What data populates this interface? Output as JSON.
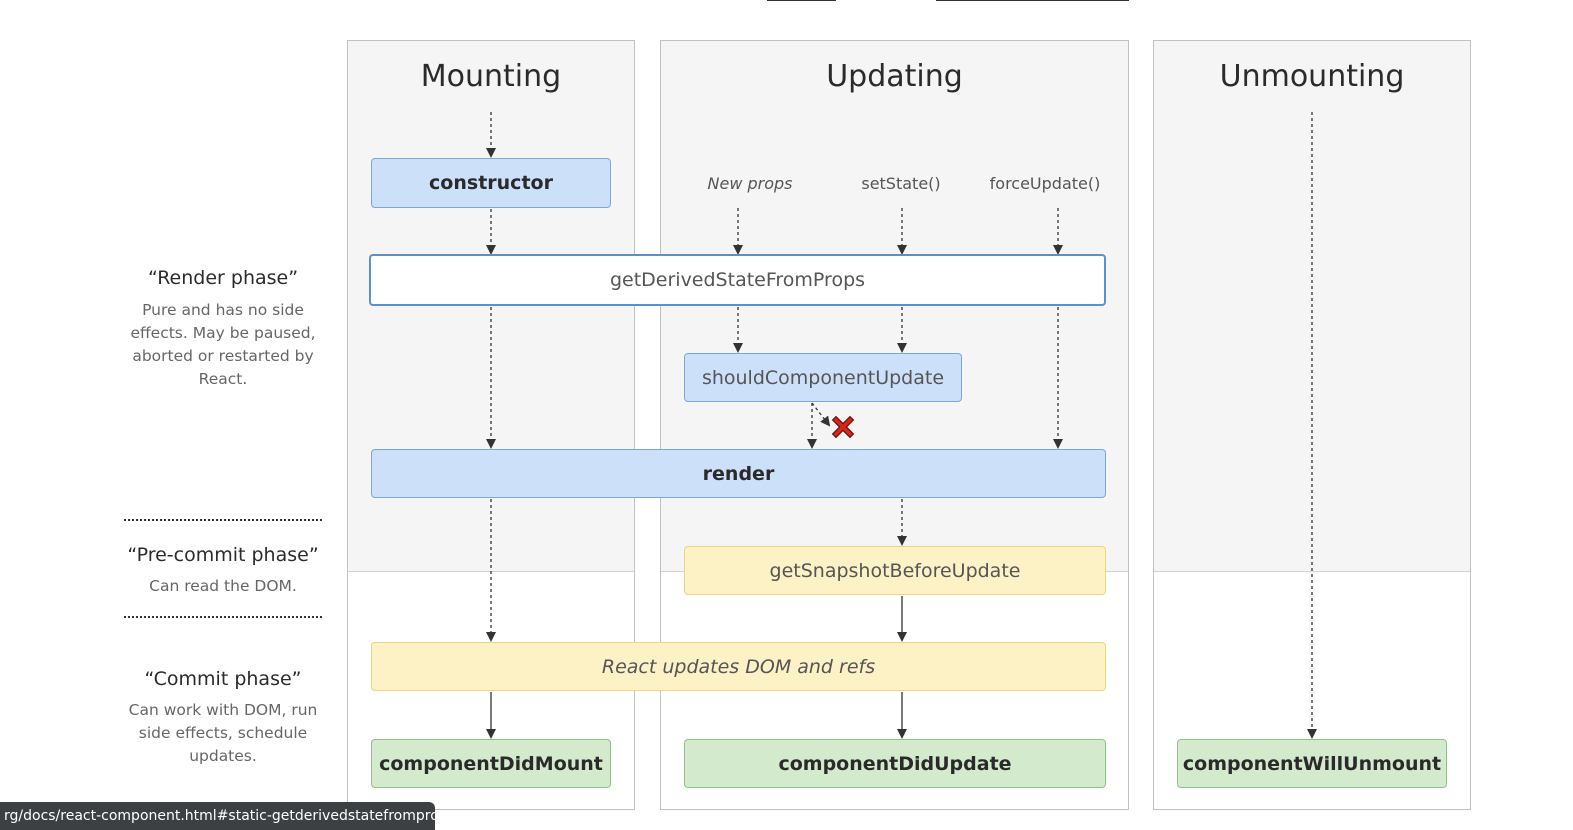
{
  "columns": {
    "mounting": "Mounting",
    "updating": "Updating",
    "unmounting": "Unmounting"
  },
  "phases": {
    "render": {
      "title": "“Render phase”",
      "description": "Pure and has no side effects. May be paused, aborted or restarted by React."
    },
    "precommit": {
      "title": "“Pre-commit phase”",
      "description": "Can read the DOM."
    },
    "commit": {
      "title": "“Commit phase”",
      "description": "Can work with DOM, run side effects, sched­ule updates."
    }
  },
  "triggers": {
    "new_props": "New props",
    "set_state": "setState()",
    "force_update": "forceUpdate()"
  },
  "methods": {
    "constructor": "constructor",
    "get_derived_state": "getDerivedStateFromProps",
    "should_update": "shouldComponentUpdate",
    "render": "render",
    "get_snapshot": "getSnapshotBeforeUpdate",
    "react_updates": "React updates DOM and refs",
    "did_mount": "componentDidMount",
    "did_update": "componentDidUpdate",
    "will_unmount": "componentWillUnmount"
  },
  "status_url": "rg/docs/react-component.html#static-getderivedstatefromprops",
  "colors": {
    "render_box": "#cce0f9",
    "precommit_box": "#fdf1c6",
    "commit_box": "#d3eacd",
    "cancel_mark": "#d9261c"
  }
}
